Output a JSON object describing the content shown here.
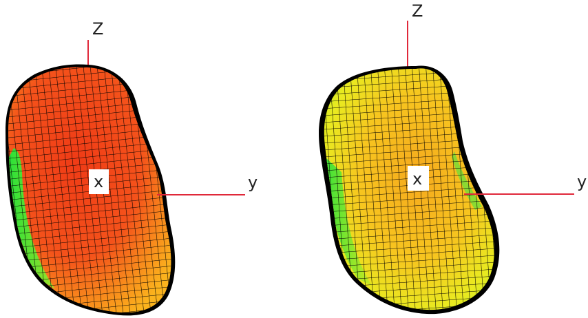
{
  "figure": {
    "panels": [
      {
        "id": "left",
        "axis_labels": {
          "z": "Z",
          "x": "x",
          "y": "y"
        },
        "surface_colors": {
          "main": "#f0491a",
          "edge_highlight": "#ffb000",
          "side": "#30e83a"
        }
      },
      {
        "id": "right",
        "axis_labels": {
          "z": "Z",
          "x": "x",
          "y": "y"
        },
        "surface_colors": {
          "main": "#f4c21c",
          "edge_highlight": "#e7f21e",
          "side": "#4ef03c"
        }
      }
    ],
    "colors": {
      "axis_line": "#e0283a",
      "mesh_line": "#000000",
      "outline": "#000000"
    }
  }
}
